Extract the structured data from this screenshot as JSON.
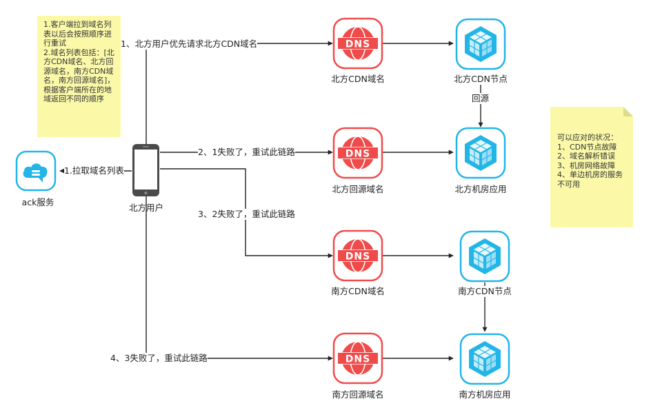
{
  "notes": {
    "client_note": "1.客户端拉到域名列表以后会按照顺序进行重试\n2.域名列表包括：[北方CDN域名、北方回源域名，南方CDN域名，南方回源域名]，根据客户端所在的地域返回不同的顺序",
    "scenarios_note": "可以应对的状况：\n1、CDN节点故障\n2、域名解析错误\n3、机房网络故障\n4、单边机房的服务不可用"
  },
  "nodes": {
    "ack_service": "ack服务",
    "north_user": "北方用户",
    "dns_north_cdn": "北方CDN域名",
    "dns_north_origin": "北方回源域名",
    "dns_south_cdn": "南方CDN域名",
    "dns_south_origin": "南方回源域名",
    "north_cdn_node": "北方CDN节点",
    "north_app": "北方机房应用",
    "south_cdn_node": "南方CDN节点",
    "south_app": "南方机房应用"
  },
  "edges": {
    "pull_list": "1.拉取域名列表",
    "step1": "1、北方用户优先请求北方CDN域名",
    "step2": "2、1失败了，重试此链路",
    "step3": "3、2失败了，重试此链路",
    "step4": "4、3失败了，重试此链路",
    "origin_fetch": "回源"
  },
  "dns_badge": "DNS",
  "colors": {
    "dns_red": "#f04b4b",
    "app_blue": "#22b5e8",
    "note_yellow": "#fbf9a8",
    "line": "#222222"
  }
}
